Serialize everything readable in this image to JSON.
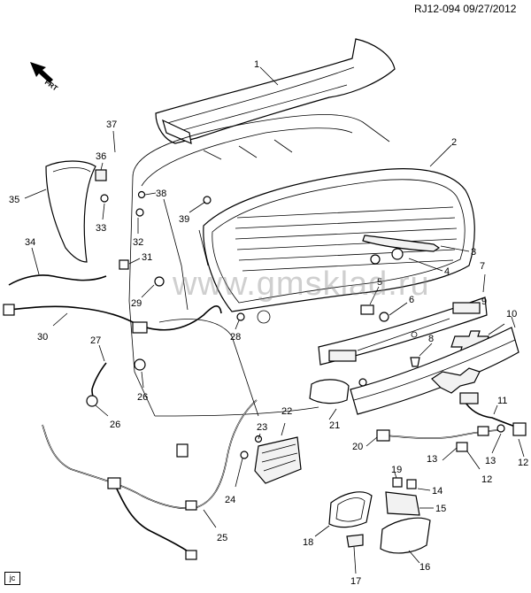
{
  "header": {
    "code": "RJ12-094  09/27/2012"
  },
  "watermark": "www.gmsklad.ru",
  "direction_arrow": {
    "label": "FRT",
    "icon": "front-direction-arrow-icon"
  },
  "corner_tag": "jc",
  "callouts": [
    {
      "n": "1"
    },
    {
      "n": "2"
    },
    {
      "n": "3"
    },
    {
      "n": "4"
    },
    {
      "n": "5"
    },
    {
      "n": "6"
    },
    {
      "n": "7"
    },
    {
      "n": "8"
    },
    {
      "n": "9"
    },
    {
      "n": "10"
    },
    {
      "n": "11"
    },
    {
      "n": "12"
    },
    {
      "n": "12"
    },
    {
      "n": "13"
    },
    {
      "n": "13"
    },
    {
      "n": "14"
    },
    {
      "n": "15"
    },
    {
      "n": "16"
    },
    {
      "n": "17"
    },
    {
      "n": "18"
    },
    {
      "n": "19"
    },
    {
      "n": "20"
    },
    {
      "n": "21"
    },
    {
      "n": "22"
    },
    {
      "n": "23"
    },
    {
      "n": "24"
    },
    {
      "n": "25"
    },
    {
      "n": "26"
    },
    {
      "n": "26"
    },
    {
      "n": "27"
    },
    {
      "n": "28"
    },
    {
      "n": "29"
    },
    {
      "n": "30"
    },
    {
      "n": "31"
    },
    {
      "n": "32"
    },
    {
      "n": "33"
    },
    {
      "n": "34"
    },
    {
      "n": "35"
    },
    {
      "n": "36"
    },
    {
      "n": "37"
    },
    {
      "n": "38"
    },
    {
      "n": "39"
    }
  ]
}
